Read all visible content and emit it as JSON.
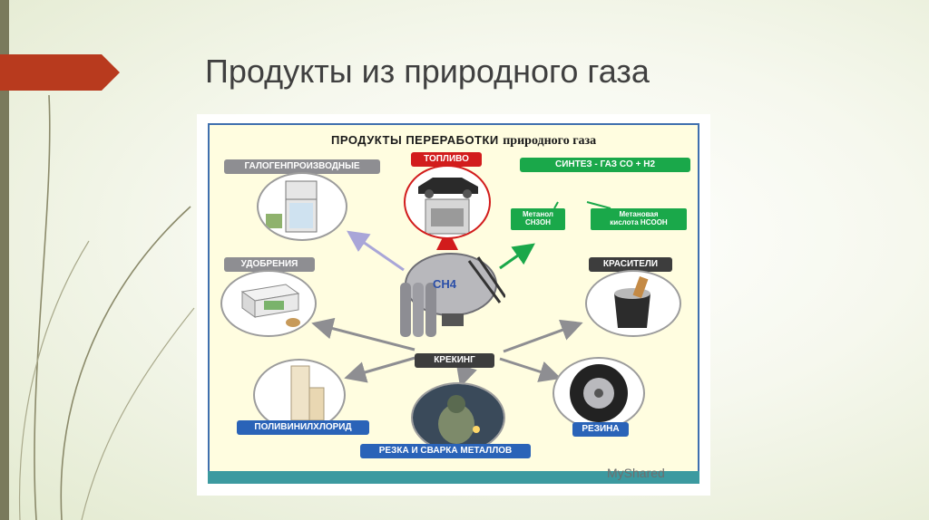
{
  "slide": {
    "title": "Продукты из природного газа",
    "accent_color": "#b83a1e",
    "sidebar_color": "#7a7a5c"
  },
  "diagram": {
    "heading_caps": "ПРОДУКТЫ ПЕРЕРАБОТКИ",
    "heading_serif": "природного газа",
    "center_label": "CH4",
    "cracking_label": "КРЕКИНГ",
    "labels": {
      "halogen": "ГАЛОГЕНПРОИЗВОДНЫЕ",
      "fuel": "ТОПЛИВО",
      "synthesis": "СИНТЕЗ - ГАЗ  CO + H2",
      "fertilizers": "УДОБРЕНИЯ",
      "dyes": "КРАСИТЕЛИ",
      "pvc": "ПОЛИВИНИЛХЛОРИД",
      "welding": "РЕЗКА И СВАРКА МЕТАЛЛОВ",
      "rubber": "РЕЗИНА"
    },
    "synthesis_products": {
      "methanol_line1": "Метанол",
      "methanol_line2": "CH3OH",
      "formic_line1": "Метановая",
      "formic_line2": "кислота HCOOH"
    },
    "icons": [
      "refrigerator-icon",
      "car-icon",
      "stove-icon",
      "fertilizer-box-icon",
      "paint-bucket-icon",
      "wallpaper-roll-icon",
      "welder-icon",
      "tire-icon",
      "gas-tank-icon"
    ]
  },
  "watermark": "MyShared"
}
